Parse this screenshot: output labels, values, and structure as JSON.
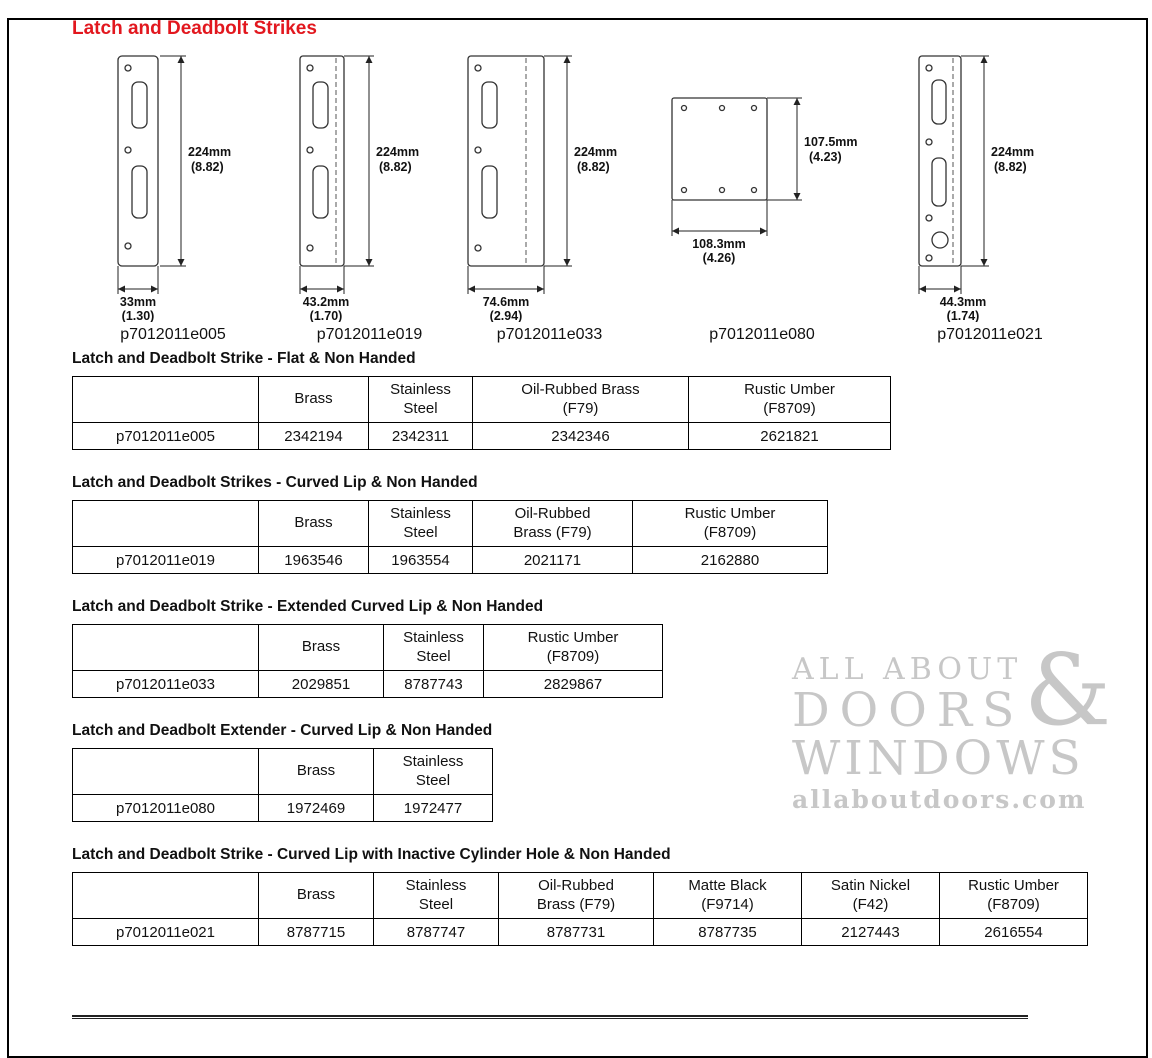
{
  "page": {
    "title": "Latch and Deadbolt Strikes",
    "accent_color": "#e2171e",
    "watermark": {
      "line1": "ALL ABOUT",
      "line2": "DOORS",
      "ampersand": "&",
      "line3": "WINDOWS",
      "line4": "allaboutdoors.com",
      "color": "#c7c7c7"
    }
  },
  "diagrams": [
    {
      "id": "p7012011e005",
      "height_mm": "224mm",
      "height_in": "(8.82)",
      "width_mm": "33mm",
      "width_in": "(1.30)"
    },
    {
      "id": "p7012011e019",
      "height_mm": "224mm",
      "height_in": "(8.82)",
      "width_mm": "43.2mm",
      "width_in": "(1.70)"
    },
    {
      "id": "p7012011e033",
      "height_mm": "224mm",
      "height_in": "(8.82)",
      "width_mm": "74.6mm",
      "width_in": "(2.94)"
    },
    {
      "id": "p7012011e080",
      "height_mm": "107.5mm",
      "height_in": "(4.23)",
      "width_mm": "108.3mm",
      "width_in": "(4.26)"
    },
    {
      "id": "p7012011e021",
      "height_mm": "224mm",
      "height_in": "(8.82)",
      "width_mm": "44.3mm",
      "width_in": "(1.74)"
    }
  ],
  "tables": [
    {
      "title": "Latch and Deadbolt Strike - Flat & Non Handed",
      "headers": [
        "",
        "Brass",
        "Stainless\nSteel",
        "Oil-Rubbed Brass\n(F79)",
        "Rustic Umber\n(F8709)"
      ],
      "rows": [
        [
          "p7012011e005",
          "2342194",
          "2342311",
          "2342346",
          "2621821"
        ]
      ]
    },
    {
      "title": "Latch and Deadbolt Strikes - Curved Lip & Non Handed",
      "headers": [
        "",
        "Brass",
        "Stainless\nSteel",
        "Oil-Rubbed\nBrass (F79)",
        "Rustic Umber\n(F8709)"
      ],
      "rows": [
        [
          "p7012011e019",
          "1963546",
          "1963554",
          "2021171",
          "2162880"
        ]
      ]
    },
    {
      "title": "Latch and Deadbolt Strike - Extended Curved Lip & Non Handed",
      "headers": [
        "",
        "Brass",
        "Stainless\nSteel",
        "Rustic Umber\n(F8709)"
      ],
      "rows": [
        [
          "p7012011e033",
          "2029851",
          "8787743",
          "2829867"
        ]
      ]
    },
    {
      "title": "Latch and Deadbolt Extender - Curved Lip & Non Handed",
      "headers": [
        "",
        "Brass",
        "Stainless\nSteel"
      ],
      "rows": [
        [
          "p7012011e080",
          "1972469",
          "1972477"
        ]
      ]
    },
    {
      "title": "Latch and Deadbolt Strike - Curved Lip with Inactive Cylinder Hole & Non Handed",
      "headers": [
        "",
        "Brass",
        "Stainless\nSteel",
        "Oil-Rubbed\nBrass (F79)",
        "Matte Black\n(F9714)",
        "Satin Nickel\n(F42)",
        "Rustic Umber\n(F8709)"
      ],
      "rows": [
        [
          "p7012011e021",
          "8787715",
          "8787747",
          "8787731",
          "8787735",
          "2127443",
          "2616554"
        ]
      ]
    }
  ]
}
